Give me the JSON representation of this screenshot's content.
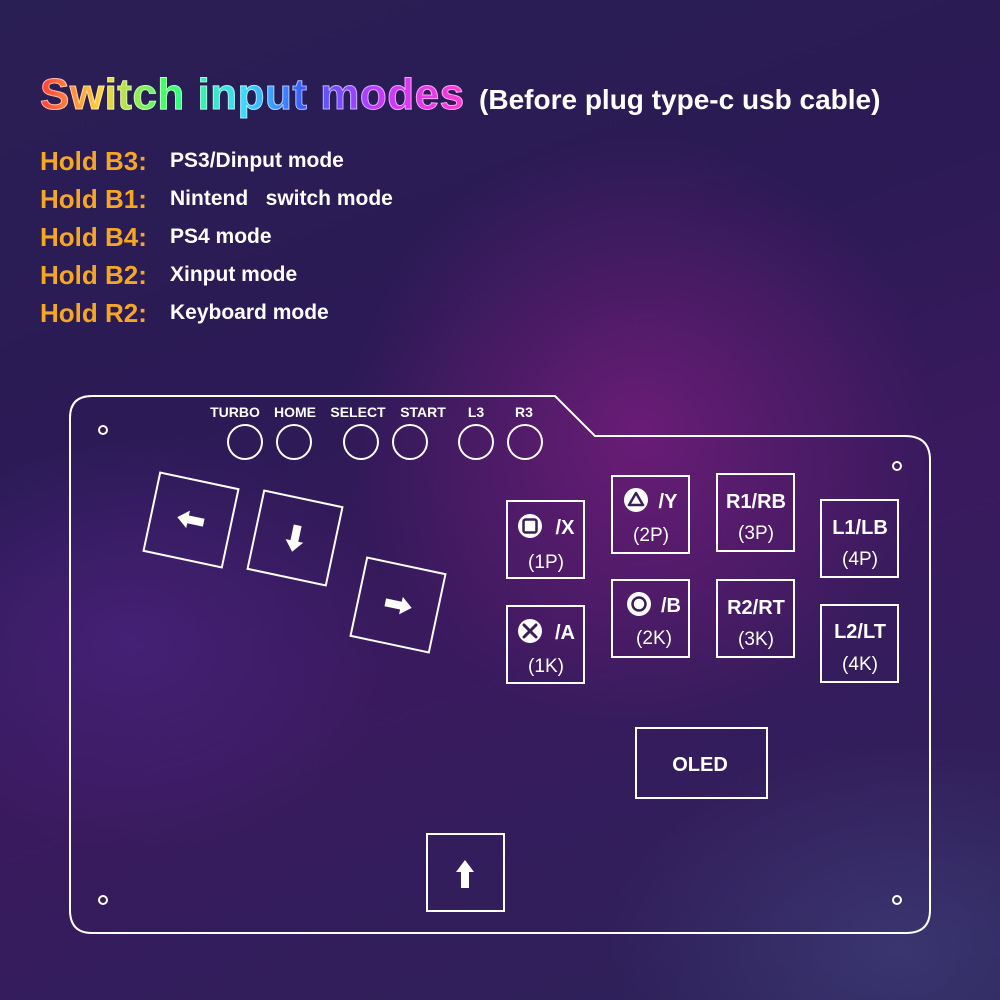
{
  "header": {
    "title": "Switch input modes",
    "subtitle": "(Before plug type-c usb cable)"
  },
  "modes": [
    {
      "key": "Hold B3:",
      "desc": "PS3/Dinput mode"
    },
    {
      "key": "Hold B1:",
      "desc": "Nintend   switch mode"
    },
    {
      "key": "Hold B4:",
      "desc": "PS4 mode"
    },
    {
      "key": "Hold B2:",
      "desc": "Xinput mode"
    },
    {
      "key": "Hold R2:",
      "desc": "Keyboard mode"
    }
  ],
  "top_buttons": {
    "turbo": "TURBO",
    "home": "HOME",
    "select": "SELECT",
    "start": "START",
    "l3": "L3",
    "r3": "R3"
  },
  "face_buttons": {
    "square": {
      "label": "/X",
      "sub": "(1P)"
    },
    "cross": {
      "label": "/A",
      "sub": "(1K)"
    },
    "triangle": {
      "label": "/Y",
      "sub": "(2P)"
    },
    "circle": {
      "label": "/B",
      "sub": "(2K)"
    },
    "r1": {
      "label": "R1/RB",
      "sub": "(3P)"
    },
    "r2": {
      "label": "R2/RT",
      "sub": "(3K)"
    },
    "l1": {
      "label": "L1/LB",
      "sub": "(4P)"
    },
    "l2": {
      "label": "L2/LT",
      "sub": "(4K)"
    }
  },
  "oled": "OLED",
  "colors": {
    "accent": "#f5a623",
    "line": "#ffffff"
  }
}
